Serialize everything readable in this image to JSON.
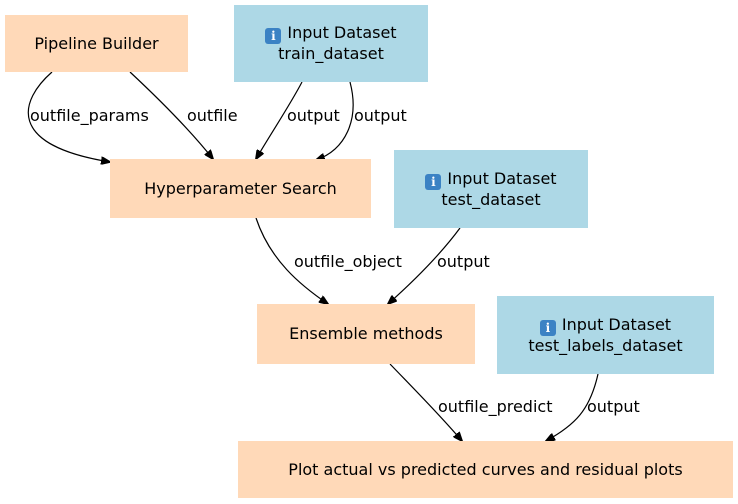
{
  "diagram": {
    "nodes": {
      "pipeline_builder": {
        "label": "Pipeline Builder"
      },
      "input_train": {
        "icon": "info-icon",
        "icon_glyph": "i",
        "title": "Input Dataset",
        "name": "train_dataset"
      },
      "hyperparameter_search": {
        "label": "Hyperparameter Search"
      },
      "input_test": {
        "icon": "info-icon",
        "icon_glyph": "i",
        "title": "Input Dataset",
        "name": "test_dataset"
      },
      "ensemble_methods": {
        "label": "Ensemble methods"
      },
      "input_test_labels": {
        "icon": "info-icon",
        "icon_glyph": "i",
        "title": "Input Dataset",
        "name": "test_labels_dataset"
      },
      "plot_actual_vs_predicted": {
        "label": "Plot actual vs predicted curves and residual plots"
      }
    },
    "edges": {
      "e1": {
        "label": "outfile_params"
      },
      "e2": {
        "label": "outfile"
      },
      "e3": {
        "label": "output"
      },
      "e4": {
        "label": "output"
      },
      "e5": {
        "label": "outfile_object"
      },
      "e6": {
        "label": "output"
      },
      "e7": {
        "label": "outfile_predict"
      },
      "e8": {
        "label": "output"
      }
    },
    "colors": {
      "tool_node": "#ffd9b8",
      "input_node": "#add8e6",
      "edge": "#000000",
      "info_icon": "#3b82c4"
    }
  }
}
